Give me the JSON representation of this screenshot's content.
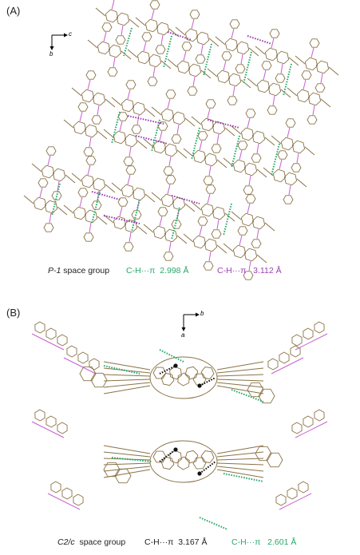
{
  "panels": [
    {
      "label": "(A)",
      "axes": {
        "horizontal": "c",
        "vertical": "b"
      },
      "caption": {
        "space_group_symbol": "P-1",
        "space_group_text": "space group",
        "contact_1": {
          "label": "C-H···π",
          "value": "2.998 Å",
          "color": "#2aa86a"
        },
        "contact_2": {
          "label": "C-H···π",
          "value": "3.112 Å",
          "color": "#9b3fb0"
        }
      }
    },
    {
      "label": "(B)",
      "axes": {
        "horizontal": "b",
        "vertical": "a"
      },
      "caption": {
        "space_group_symbol": "C2/c",
        "space_group_text": "space group",
        "contact_1": {
          "label": "C-H···π",
          "value": "3.167 Å",
          "color": "#222222"
        },
        "contact_2": {
          "label": "C-H···π",
          "value": "2.601 Å",
          "color": "#2aa86a"
        }
      }
    }
  ],
  "colors": {
    "bond": "#8a7246",
    "heteroatom": "#c85fd0",
    "contact_green": "#2aa86a",
    "contact_purple": "#9b3fb0",
    "contact_black": "#111111"
  }
}
